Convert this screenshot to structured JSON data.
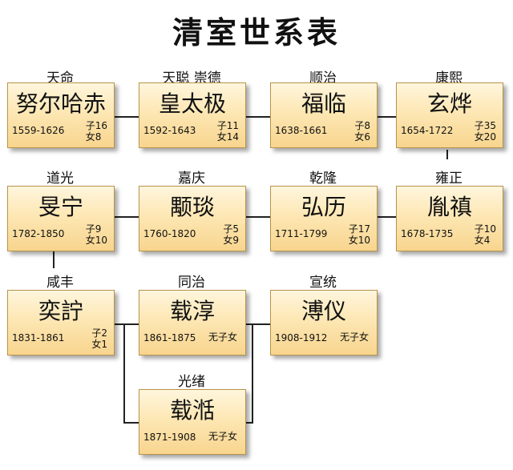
{
  "title": "清室世系表",
  "emperors": [
    {
      "id": "nurhaci",
      "era": "天命",
      "name": "努尔哈赤",
      "years": "1559-1626",
      "sons": "子16",
      "daughters": "女8"
    },
    {
      "id": "hongtaiji",
      "era": "天聪  崇德",
      "name": "皇太极",
      "years": "1592-1643",
      "sons": "子11",
      "daughters": "女14"
    },
    {
      "id": "fulin",
      "era": "顺治",
      "name": "福临",
      "years": "1638-1661",
      "sons": "子8",
      "daughters": "女6"
    },
    {
      "id": "xuanye",
      "era": "康熙",
      "name": "玄烨",
      "years": "1654-1722",
      "sons": "子35",
      "daughters": "女20"
    },
    {
      "id": "yinzhen",
      "era": "雍正",
      "name": "胤禛",
      "years": "1678-1735",
      "sons": "子10",
      "daughters": "女4"
    },
    {
      "id": "hongli",
      "era": "乾隆",
      "name": "弘历",
      "years": "1711-1799",
      "sons": "子17",
      "daughters": "女10"
    },
    {
      "id": "yongyan",
      "era": "嘉庆",
      "name": "颙琰",
      "years": "1760-1820",
      "sons": "子5",
      "daughters": "女9"
    },
    {
      "id": "minning",
      "era": "道光",
      "name": "旻宁",
      "years": "1782-1850",
      "sons": "子9",
      "daughters": "女10"
    },
    {
      "id": "yizhu",
      "era": "咸丰",
      "name": "奕詝",
      "years": "1831-1861",
      "sons": "子2",
      "daughters": "女1"
    },
    {
      "id": "zaichun",
      "era": "同治",
      "name": "载淳",
      "years": "1861-1875",
      "no_children": "无子女"
    },
    {
      "id": "puyi",
      "era": "宣统",
      "name": "溥仪",
      "years": "1908-1912",
      "no_children": "无子女"
    },
    {
      "id": "zaitian",
      "era": "光绪",
      "name": "载湉",
      "years": "1871-1908",
      "no_children": "无子女"
    }
  ]
}
